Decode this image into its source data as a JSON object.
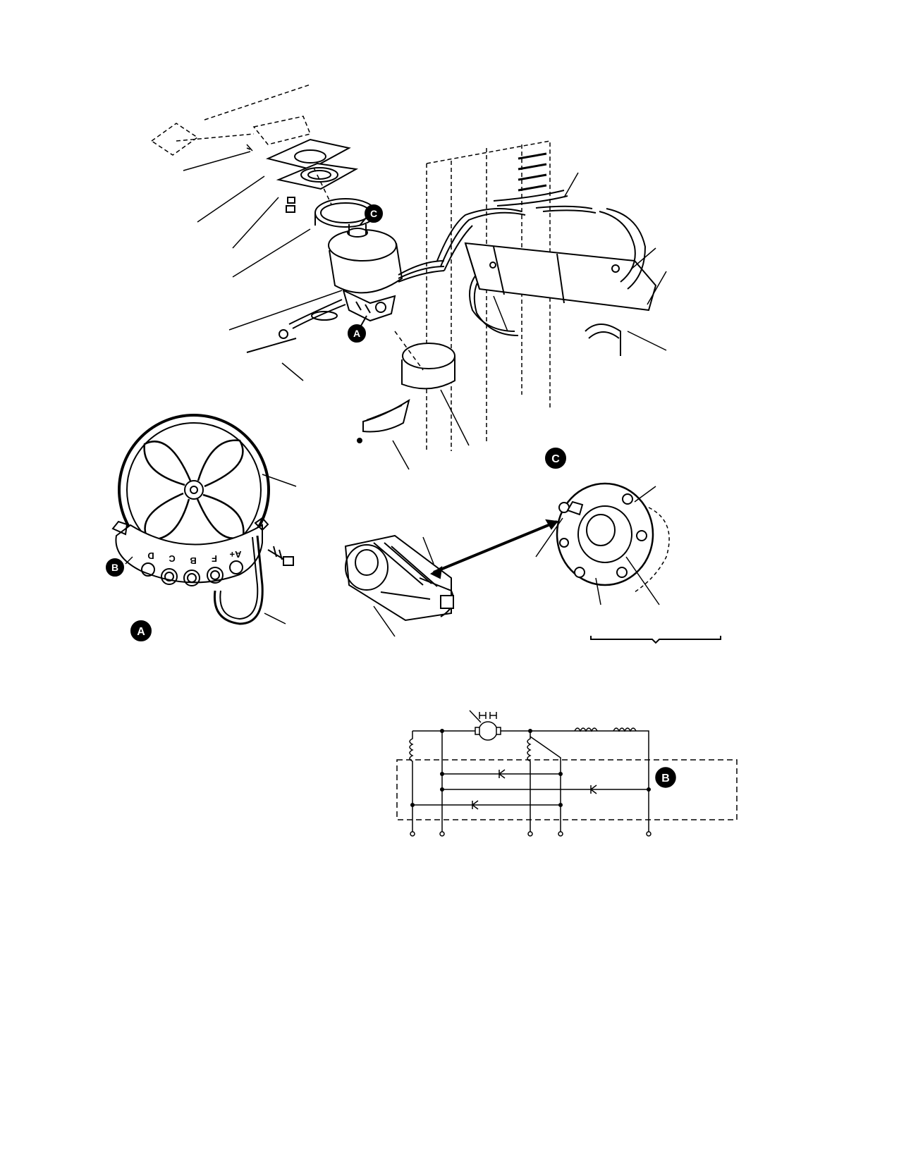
{
  "callouts": {
    "a": "A",
    "b": "B",
    "c": "C"
  },
  "terminal_plate": {
    "labels": [
      "D",
      "C",
      "B",
      "F",
      "A+"
    ]
  },
  "colors": {
    "ink": "#000000",
    "paper": "#ffffff"
  }
}
